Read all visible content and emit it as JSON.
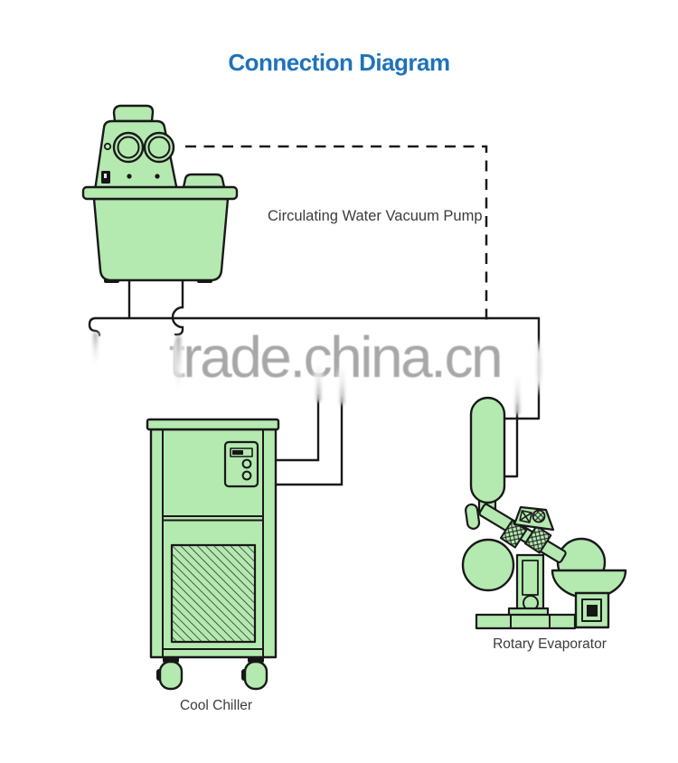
{
  "page": {
    "background": "#ffffff"
  },
  "title": {
    "text": "Connection Diagram",
    "color": "#1f73b9"
  },
  "watermark": {
    "text": "trade.china.cn",
    "color": "#a7a7a7"
  },
  "diagram": {
    "device_fill_color": "#b4e9b0",
    "line_color": "#191919",
    "devices": [
      {
        "id": "vacuum-pump",
        "label": "Circulating Water Vacuum Pump"
      },
      {
        "id": "cool-chiller",
        "label": "Cool Chiller"
      },
      {
        "id": "rotary-evaporator",
        "label": "Rotary Evaporator"
      }
    ],
    "connections": [
      {
        "from": "vacuum-pump",
        "to": "rotary-evaporator",
        "style": "dashed"
      },
      {
        "from": "vacuum-pump",
        "to": "cool-chiller",
        "style": "solid"
      },
      {
        "from": "cool-chiller",
        "to": "rotary-evaporator",
        "style": "solid"
      }
    ]
  }
}
